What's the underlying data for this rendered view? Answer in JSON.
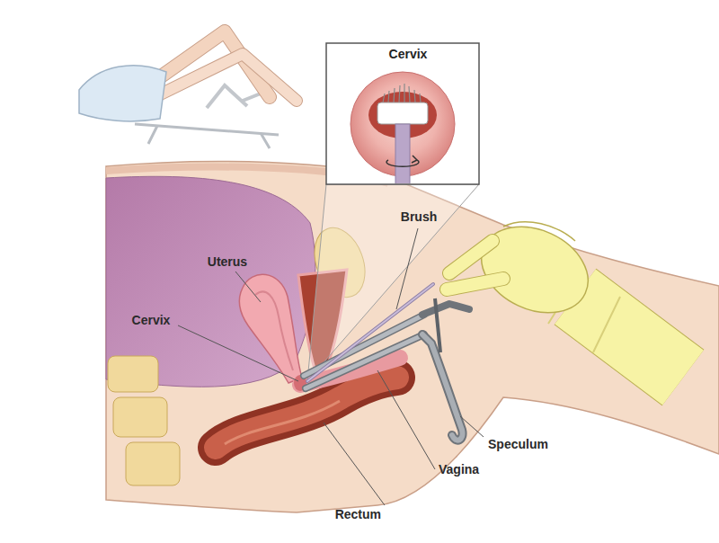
{
  "diagram": {
    "nodes": [
      {
        "text": [
          "Cervix"
        ]
      }
    ],
    "labels": [
      "Brush",
      "Uterus",
      "Cervix",
      "Speculum",
      "Vagina",
      "Rectum"
    ]
  }
}
